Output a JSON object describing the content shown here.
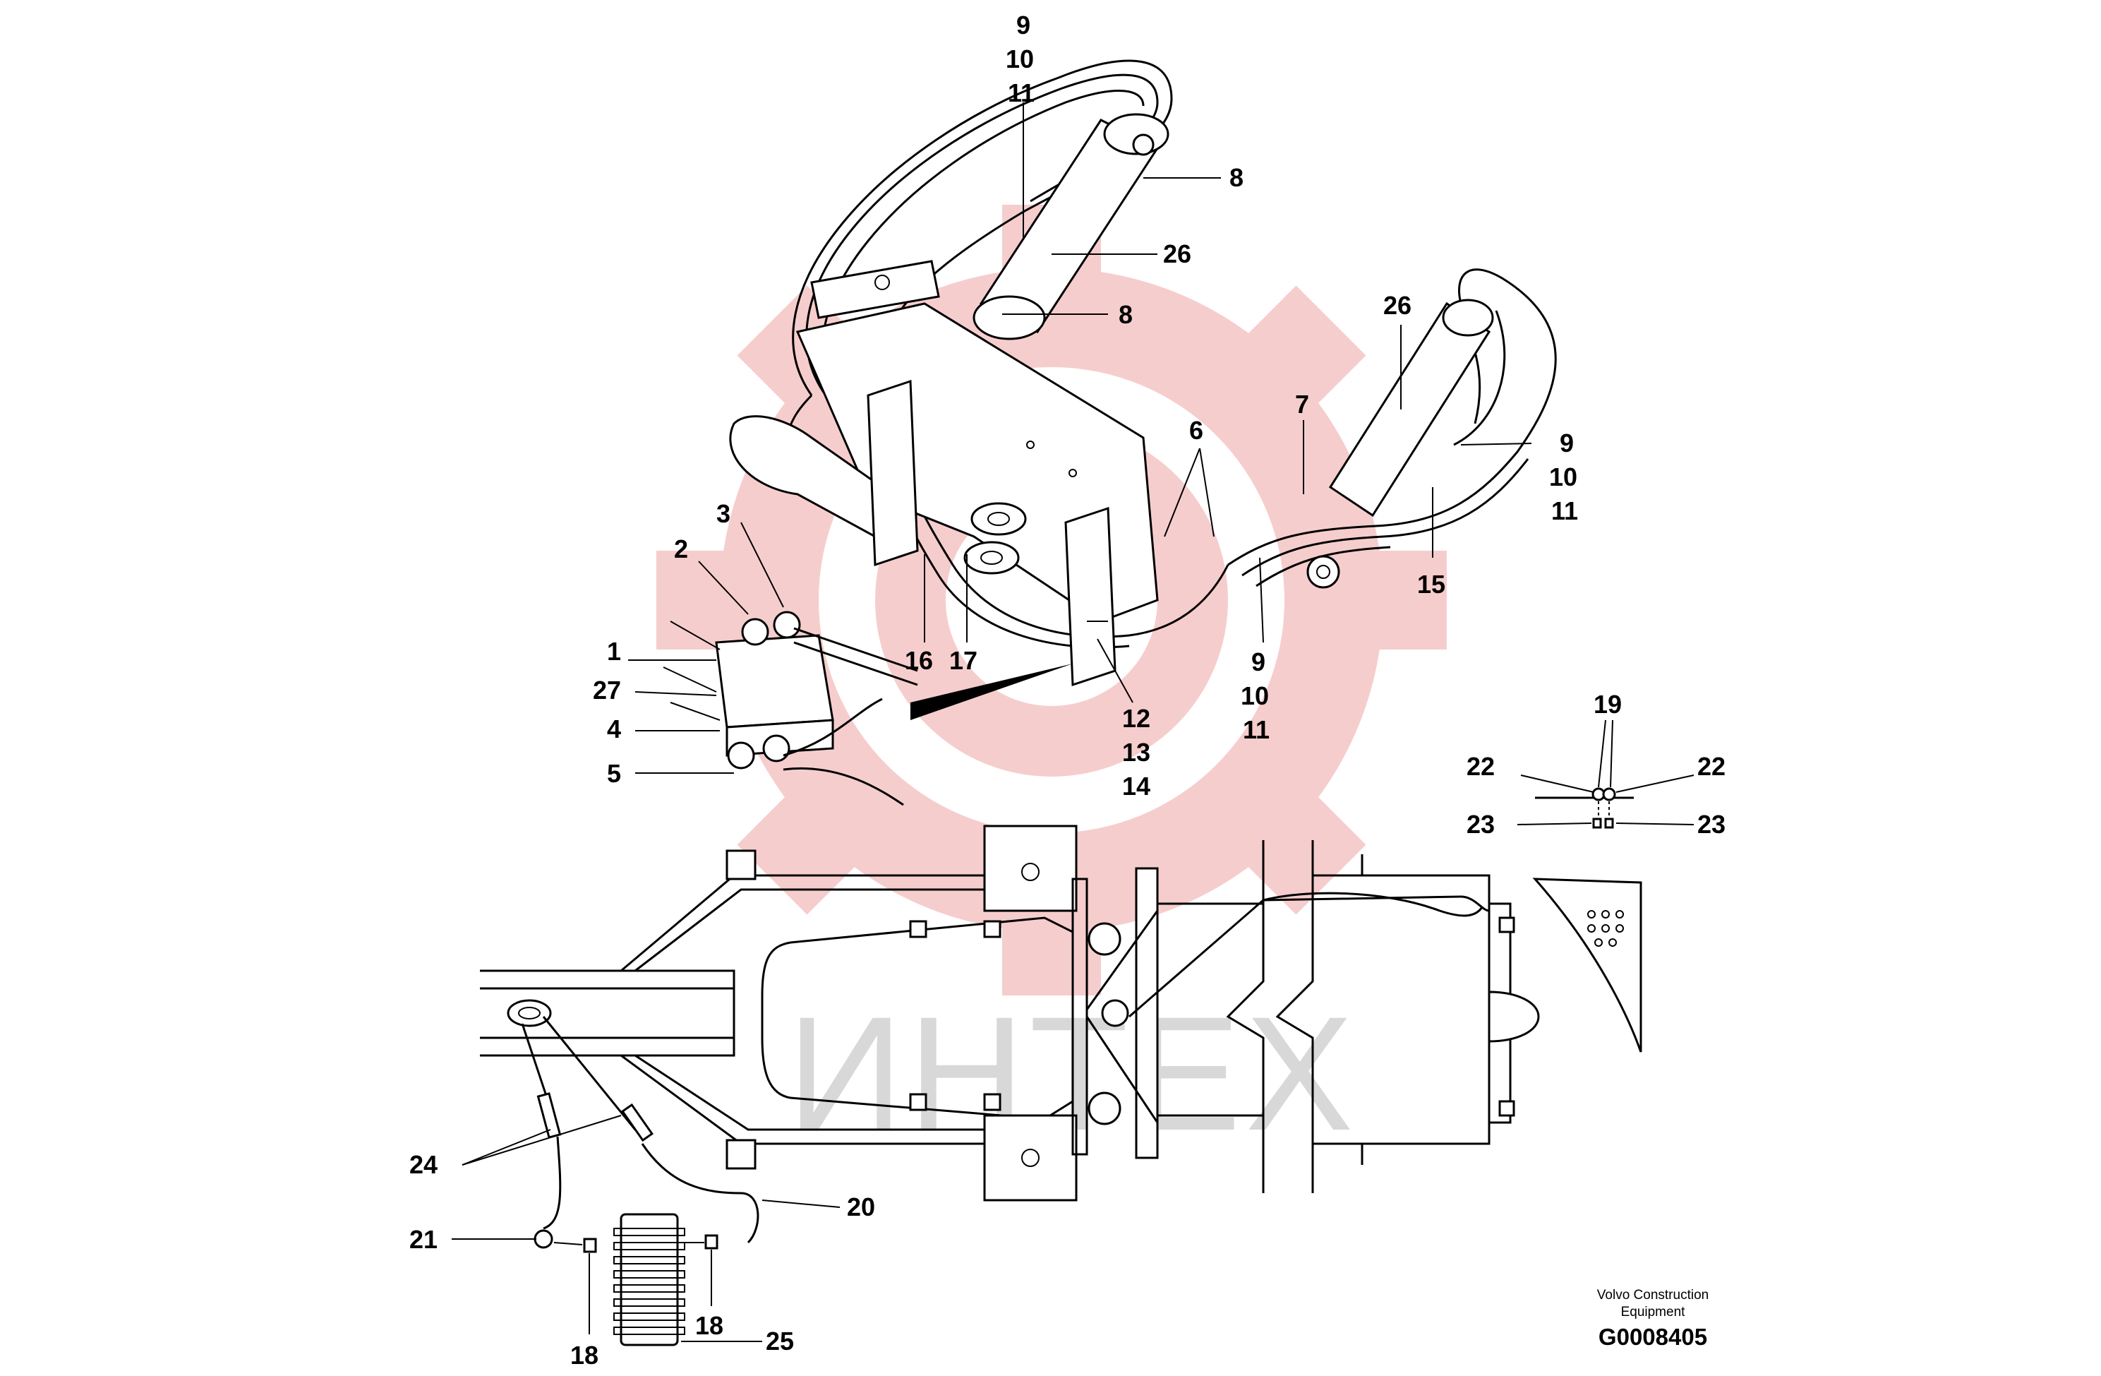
{
  "labels": {
    "p9_top": "9",
    "p10_top": "10",
    "p11_top": "11",
    "p8_a": "8",
    "p26_a": "26",
    "p8_b": "8",
    "p26_b": "26",
    "p7": "7",
    "p6": "6",
    "p9_r": "9",
    "p10_r": "10",
    "p11_r": "11",
    "p15": "15",
    "p3": "3",
    "p2": "2",
    "p1": "1",
    "p27": "27",
    "p4": "4",
    "p5": "5",
    "p16": "16",
    "p17": "17",
    "p12": "12",
    "p13": "13",
    "p14": "14",
    "p9_m": "9",
    "p10_m": "10",
    "p11_m": "11",
    "p19": "19",
    "p22_l": "22",
    "p22_r": "22",
    "p23_l": "23",
    "p23_r": "23",
    "p24": "24",
    "p20": "20",
    "p21": "21",
    "p18_l": "18",
    "p18_r": "18",
    "p25": "25"
  },
  "footer": {
    "brand_line1": "Volvo Construction",
    "brand_line2": "Equipment",
    "code": "G0008405"
  },
  "watermark": {
    "text": "ИНТЕХ",
    "gear_color": "#f6c8c8"
  }
}
